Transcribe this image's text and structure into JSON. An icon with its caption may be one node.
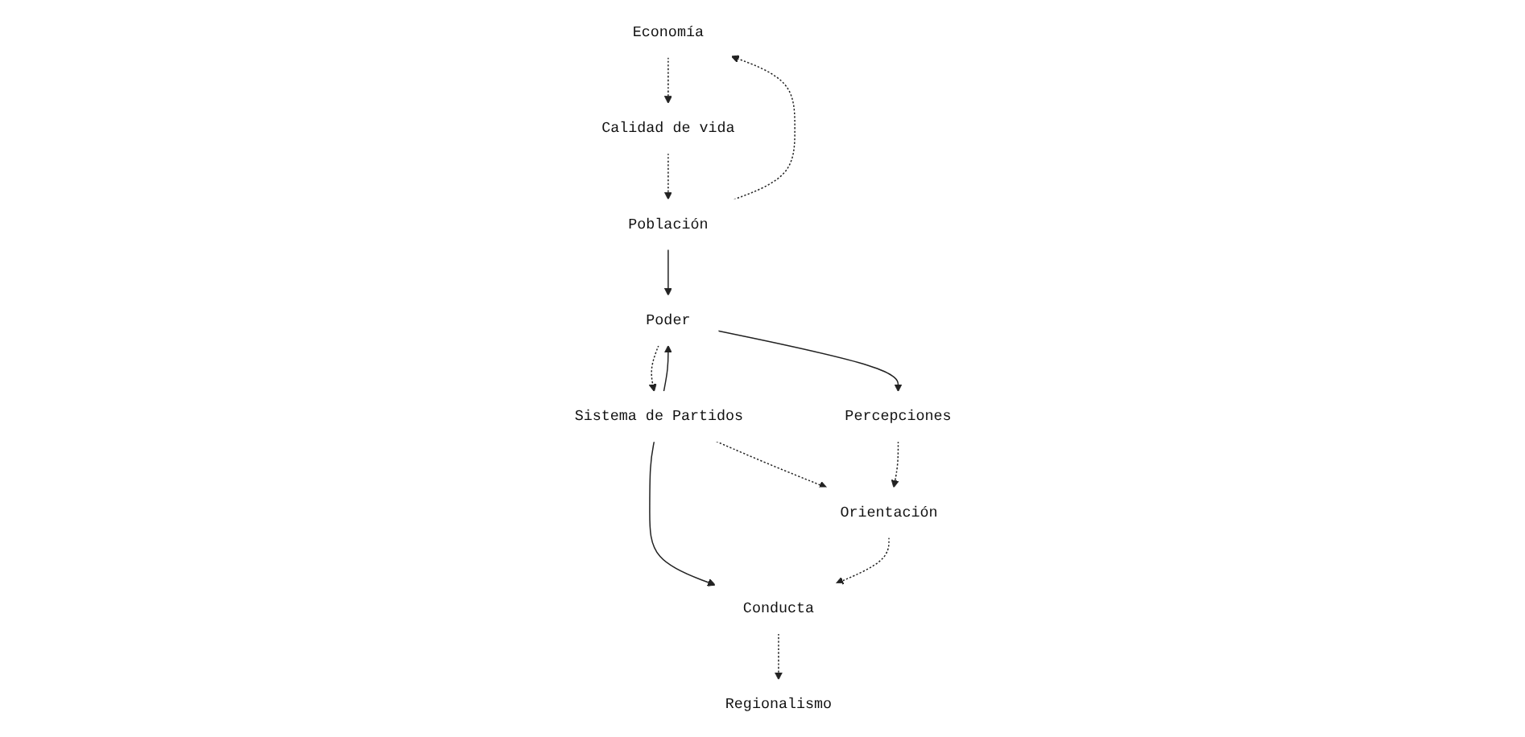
{
  "diagram": {
    "nodes": [
      {
        "text": [
          "Economía"
        ]
      },
      {
        "text": [
          "Calidad de vida"
        ]
      },
      {
        "text": [
          "Población"
        ]
      },
      {
        "text": [
          "Poder"
        ]
      },
      {
        "text": [
          "Sistema de Partidos"
        ]
      },
      {
        "text": [
          "Percepciones"
        ]
      },
      {
        "text": [
          "Orientación"
        ]
      },
      {
        "text": [
          "Conducta"
        ]
      },
      {
        "text": [
          "Regionalismo"
        ]
      }
    ],
    "edges": [
      {
        "from": 0,
        "to": 1,
        "arrow": "to",
        "style": "dashed"
      },
      {
        "from": 1,
        "to": 2,
        "arrow": "to",
        "style": "dashed"
      },
      {
        "from": 2,
        "to": 0,
        "arrow": "to",
        "style": "dashed"
      },
      {
        "from": 2,
        "to": 3,
        "arrow": "to"
      },
      {
        "from": 4,
        "to": 3,
        "arrow": "to"
      },
      {
        "from": 3,
        "to": 4,
        "arrow": "to",
        "style": "dashed"
      },
      {
        "from": 3,
        "to": 5,
        "arrow": "to"
      },
      {
        "from": 4,
        "to": 6,
        "arrow": "to",
        "style": "dashed"
      },
      {
        "from": 4,
        "to": 7,
        "arrow": "to"
      },
      {
        "from": 5,
        "to": 6,
        "arrow": "to",
        "style": "dashed"
      },
      {
        "from": 6,
        "to": 7,
        "arrow": "to",
        "style": "dashed"
      },
      {
        "from": 7,
        "to": 8,
        "arrow": "to",
        "style": "dashed"
      }
    ]
  }
}
